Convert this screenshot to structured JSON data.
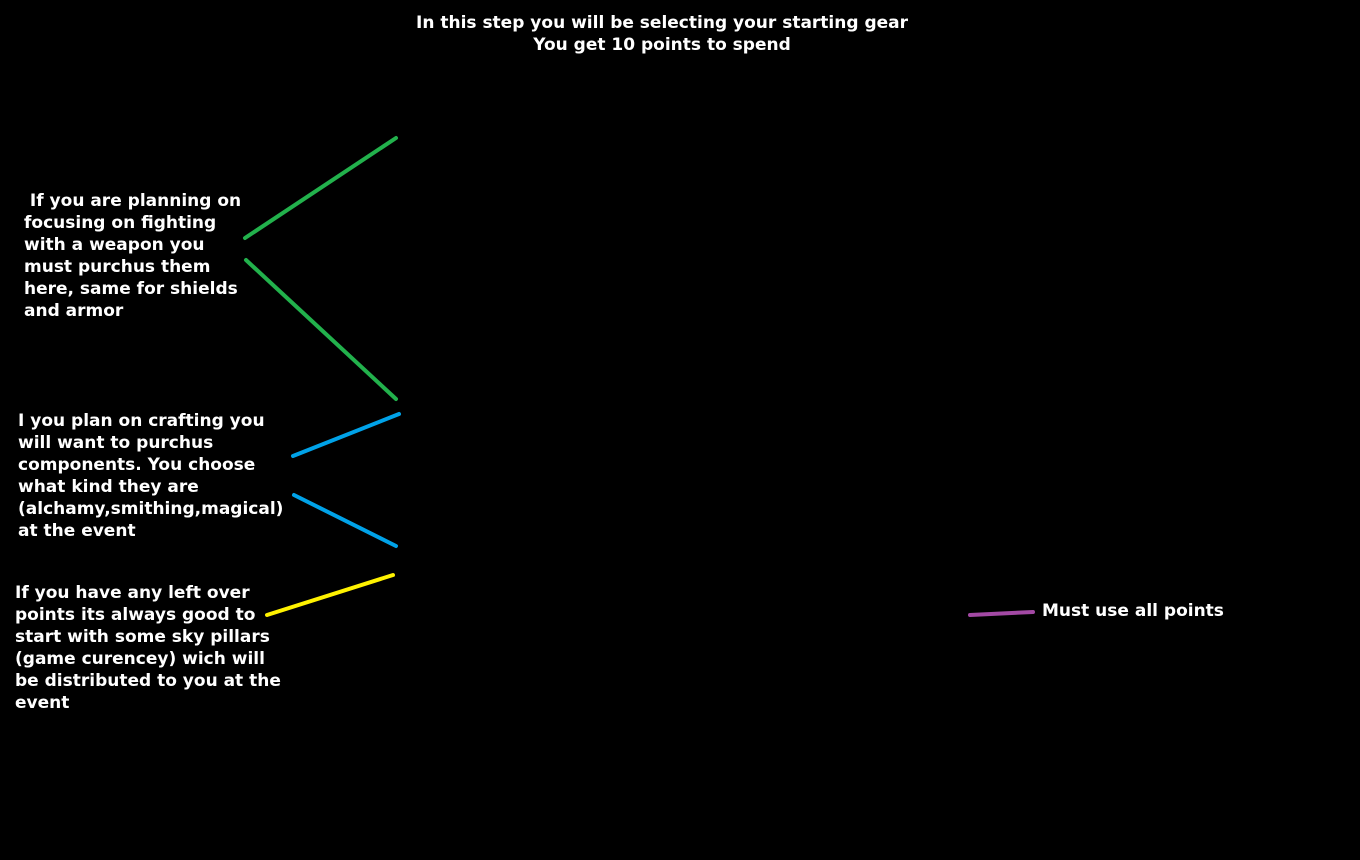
{
  "header": {
    "line1": "In this step you will be selecting your starting gear",
    "line2": "You get 10 points to spend"
  },
  "notes": {
    "weapons": " If you are planning on\nfocusing on fighting\nwith a weapon you\nmust purchus them\nhere, same for shields\nand armor",
    "crafting": "I you plan on crafting you\nwill want to purchus\ncomponents. You choose\nwhat kind they are\n(alchamy,smithing,magical)\nat the event",
    "leftover": "If you have any left over\npoints its always good to\nstart with some sky pillars\n(game curencey) wich will\nbe distributed to you at the\nevent",
    "rule": "Must use all points"
  },
  "colors": {
    "background": "#000000",
    "text": "#ffffff",
    "weapons_line": "#22b14c",
    "crafting_line": "#00a2e8",
    "leftover_line": "#fff200",
    "rule_line": "#a349a4"
  }
}
